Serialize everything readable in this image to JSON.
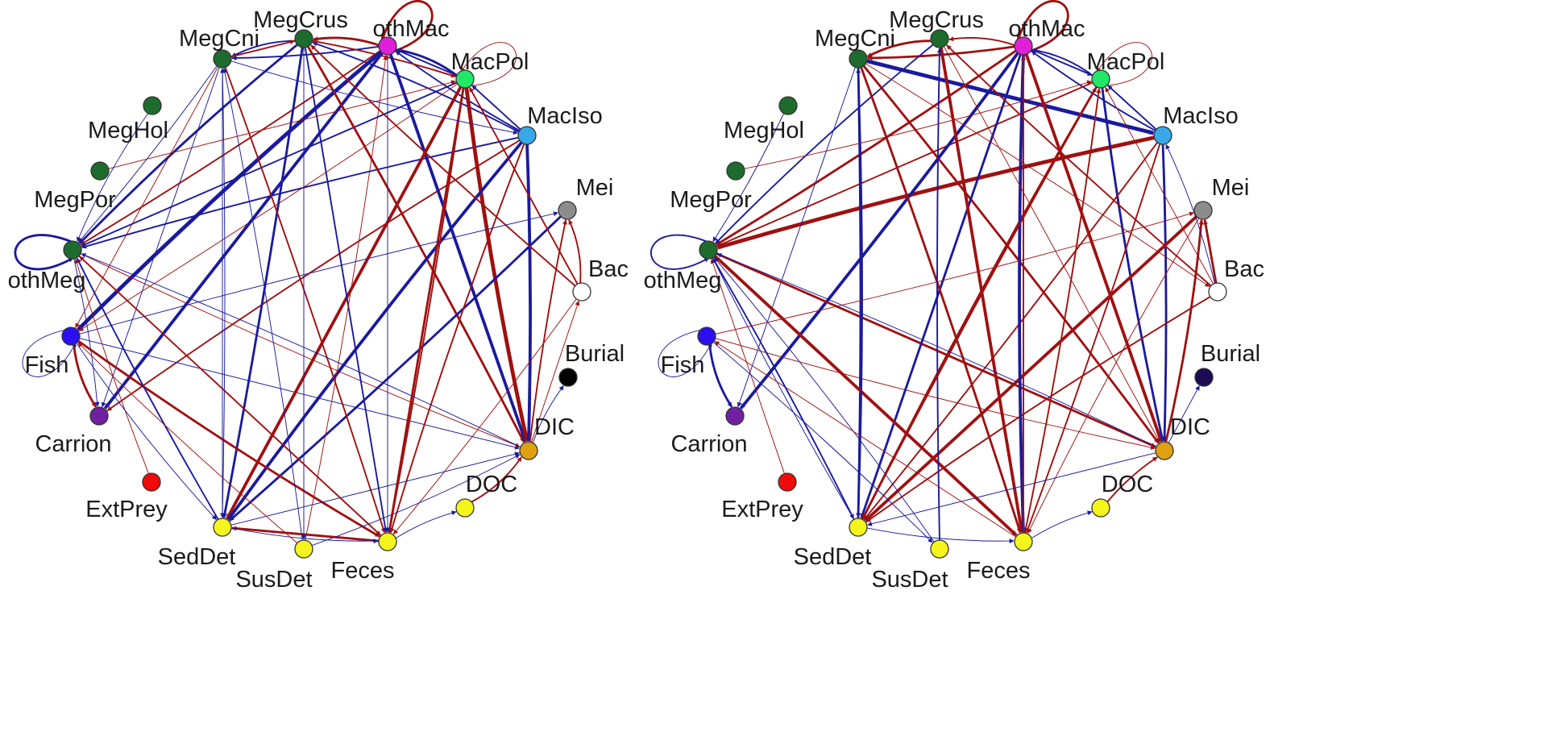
{
  "nodes": [
    {
      "id": "MegCnu",
      "label": "MegCni",
      "color": "#1e6b2e"
    },
    {
      "id": "MegCrus",
      "label": "MegCrus",
      "color": "#1e6b2e"
    },
    {
      "id": "othMac",
      "label": "othMac",
      "color": "#e020d8"
    },
    {
      "id": "MacPol",
      "label": "MacPol",
      "color": "#22e868"
    },
    {
      "id": "MacIso",
      "label": "MacIso",
      "color": "#38a8e8"
    },
    {
      "id": "Mei",
      "label": "Mei",
      "color": "#8c8c8c"
    },
    {
      "id": "Bac",
      "label": "Bac",
      "color": "#ffffff"
    },
    {
      "id": "Burial",
      "label": "Burial",
      "color": "#000000"
    },
    {
      "id": "DIC",
      "label": "DIC",
      "color": "#e0a010"
    },
    {
      "id": "DOC",
      "label": "DOC",
      "color": "#f5f51e"
    },
    {
      "id": "Feces",
      "label": "Feces",
      "color": "#f5f51e"
    },
    {
      "id": "SusDet",
      "label": "SusDet",
      "color": "#f5f51e"
    },
    {
      "id": "SedDet",
      "label": "SedDet",
      "color": "#f5f51e"
    },
    {
      "id": "ExtPrey",
      "label": "ExtPrey",
      "color": "#f00a0a"
    },
    {
      "id": "Carrion",
      "label": "Carrion",
      "color": "#7020a0"
    },
    {
      "id": "Fish",
      "label": "Fish",
      "color": "#2a10f0"
    },
    {
      "id": "othMeg",
      "label": "othMeg",
      "color": "#1e6b2e"
    },
    {
      "id": "MegPor",
      "label": "MegPor",
      "color": "#1e6b2e"
    },
    {
      "id": "MegHol",
      "label": "MegHol",
      "color": "#1e6b2e"
    }
  ],
  "colors": {
    "blue_edge": "#1a1a9e",
    "red_edge": "#a01010",
    "burial_right": "#1c0a55"
  },
  "networks": [
    {
      "edges": [
        [
          "othMac",
          "MegCrus",
          "red",
          3
        ],
        [
          "othMac",
          "othMac",
          "red",
          3
        ],
        [
          "MacPol",
          "MacPol",
          "red",
          1
        ],
        [
          "MacPol",
          "othMac",
          "blue",
          3
        ],
        [
          "MacIso",
          "othMac",
          "blue",
          2
        ],
        [
          "othMac",
          "MacPol",
          "blue",
          2
        ],
        [
          "MegCrus",
          "MegCnu",
          "blue",
          2
        ],
        [
          "othMac",
          "MegCnu",
          "blue",
          2
        ],
        [
          "MegCnu",
          "MegCrus",
          "red",
          2
        ],
        [
          "MacIso",
          "MegCrus",
          "blue",
          2
        ],
        [
          "MegCrus",
          "MacPol",
          "red",
          2
        ],
        [
          "MacIso",
          "MacPol",
          "blue",
          2
        ],
        [
          "MegCrus",
          "othMeg",
          "blue",
          3
        ],
        [
          "othMac",
          "othMeg",
          "red",
          2
        ],
        [
          "MacPol",
          "othMeg",
          "blue",
          2
        ],
        [
          "MacIso",
          "othMeg",
          "blue",
          2
        ],
        [
          "MegCnu",
          "othMeg",
          "blue",
          1
        ],
        [
          "MegCnu",
          "Fish",
          "red",
          1
        ],
        [
          "othMac",
          "Fish",
          "blue",
          5
        ],
        [
          "MacPol",
          "Fish",
          "red",
          1
        ],
        [
          "MegCnu",
          "Carrion",
          "blue",
          1
        ],
        [
          "Fish",
          "Carrion",
          "red",
          3
        ],
        [
          "othMeg",
          "Carrion",
          "blue",
          1
        ],
        [
          "othMac",
          "Carrion",
          "blue",
          4
        ],
        [
          "MacIso",
          "Carrion",
          "red",
          2
        ],
        [
          "MegCrus",
          "DIC",
          "red",
          3
        ],
        [
          "othMac",
          "DIC",
          "blue",
          4
        ],
        [
          "MacPol",
          "DIC",
          "red",
          5
        ],
        [
          "MacIso",
          "DIC",
          "blue",
          4
        ],
        [
          "Fish",
          "DIC",
          "blue",
          1
        ],
        [
          "othMeg",
          "DIC",
          "red",
          1
        ],
        [
          "MegCrus",
          "SedDet",
          "blue",
          3
        ],
        [
          "MacPol",
          "SedDet",
          "red",
          4
        ],
        [
          "MacIso",
          "SedDet",
          "blue",
          4
        ],
        [
          "Mei",
          "SedDet",
          "blue",
          3
        ],
        [
          "MacPol",
          "Feces",
          "red",
          3
        ],
        [
          "MacIso",
          "Feces",
          "red",
          2
        ],
        [
          "Bac",
          "Feces",
          "red",
          1
        ],
        [
          "othMeg",
          "Feces",
          "red",
          2
        ],
        [
          "Fish",
          "Feces",
          "red",
          3
        ],
        [
          "MegCnu",
          "Feces",
          "red",
          2
        ],
        [
          "MegCrus",
          "Feces",
          "blue",
          2
        ],
        [
          "SusDet",
          "othMac",
          "red",
          1
        ],
        [
          "SedDet",
          "othMeg",
          "blue",
          2
        ],
        [
          "SedDet",
          "MegCnu",
          "blue",
          1
        ],
        [
          "SusDet",
          "MegCnu",
          "blue",
          1
        ],
        [
          "Bac",
          "MegCrus",
          "red",
          2
        ],
        [
          "Bac",
          "MacPol",
          "red",
          2
        ],
        [
          "Bac",
          "Mei",
          "red",
          2
        ],
        [
          "DIC",
          "Mei",
          "red",
          2
        ],
        [
          "DIC",
          "Bac",
          "red",
          1
        ],
        [
          "DOC",
          "DIC",
          "red",
          2
        ],
        [
          "DIC",
          "Burial",
          "blue",
          1
        ],
        [
          "Feces",
          "SedDet",
          "red",
          3
        ],
        [
          "SedDet",
          "Feces",
          "blue",
          1
        ],
        [
          "Feces",
          "DOC",
          "blue",
          1
        ],
        [
          "SedDet",
          "DIC",
          "blue",
          1
        ],
        [
          "SusDet",
          "DIC",
          "blue",
          1
        ],
        [
          "ExtPrey",
          "othMeg",
          "red",
          1
        ],
        [
          "MegPor",
          "MacPol",
          "red",
          1
        ],
        [
          "MegHol",
          "othMeg",
          "blue",
          1
        ],
        [
          "MegCnu",
          "SedDet",
          "blue",
          1
        ],
        [
          "MegCrus",
          "SusDet",
          "blue",
          1
        ],
        [
          "Fish",
          "SedDet",
          "blue",
          1
        ],
        [
          "Fish",
          "Mei",
          "blue",
          1
        ],
        [
          "othMeg",
          "othMeg",
          "blue",
          3
        ],
        [
          "Fish",
          "Fish",
          "blue",
          1
        ],
        [
          "MacPol",
          "Feces",
          "red",
          2
        ],
        [
          "othMac",
          "Feces",
          "blue",
          1
        ],
        [
          "MegCnu",
          "MacIso",
          "blue",
          1
        ],
        [
          "SusDet",
          "Fish",
          "red",
          1
        ],
        [
          "Feces",
          "othMeg",
          "red",
          1
        ],
        [
          "DIC",
          "othMeg",
          "blue",
          1
        ]
      ]
    },
    {
      "edges": [
        [
          "othMac",
          "MegCrus",
          "red",
          2
        ],
        [
          "othMac",
          "othMac",
          "red",
          3
        ],
        [
          "MacPol",
          "MacPol",
          "red",
          1
        ],
        [
          "MacPol",
          "othMac",
          "blue",
          2
        ],
        [
          "MacIso",
          "othMac",
          "blue",
          2
        ],
        [
          "othMac",
          "MacPol",
          "blue",
          2
        ],
        [
          "MegCrus",
          "MegCnu",
          "red",
          3
        ],
        [
          "othMac",
          "MegCnu",
          "red",
          3
        ],
        [
          "MegCnu",
          "MacIso",
          "blue",
          5
        ],
        [
          "MacIso",
          "othMeg",
          "red",
          5
        ],
        [
          "othMac",
          "othMeg",
          "red",
          3
        ],
        [
          "MacPol",
          "othMeg",
          "red",
          2
        ],
        [
          "MegCrus",
          "othMeg",
          "blue",
          2
        ],
        [
          "othMac",
          "Carrion",
          "blue",
          4
        ],
        [
          "MegCnu",
          "Carrion",
          "blue",
          1
        ],
        [
          "Fish",
          "Carrion",
          "blue",
          3
        ],
        [
          "MegCnu",
          "DIC",
          "red",
          3
        ],
        [
          "othMac",
          "DIC",
          "red",
          4
        ],
        [
          "MacPol",
          "DIC",
          "blue",
          3
        ],
        [
          "MacIso",
          "DIC",
          "blue",
          3
        ],
        [
          "othMeg",
          "DIC",
          "red",
          3
        ],
        [
          "Fish",
          "DIC",
          "red",
          1
        ],
        [
          "MegCnu",
          "SedDet",
          "blue",
          3
        ],
        [
          "othMac",
          "SedDet",
          "blue",
          3
        ],
        [
          "MacPol",
          "SedDet",
          "red",
          3
        ],
        [
          "MacIso",
          "SedDet",
          "red",
          2
        ],
        [
          "Mei",
          "SedDet",
          "red",
          4
        ],
        [
          "Bac",
          "SedDet",
          "red",
          2
        ],
        [
          "MegCnu",
          "Feces",
          "red",
          3
        ],
        [
          "MegCrus",
          "Feces",
          "red",
          4
        ],
        [
          "othMac",
          "Feces",
          "blue",
          4
        ],
        [
          "MacIso",
          "Feces",
          "red",
          2
        ],
        [
          "othMeg",
          "Feces",
          "red",
          4
        ],
        [
          "SedDet",
          "MegCnu",
          "blue",
          2
        ],
        [
          "SusDet",
          "MegCrus",
          "blue",
          2
        ],
        [
          "Feces",
          "othMac",
          "red",
          2
        ],
        [
          "Feces",
          "MacPol",
          "red",
          2
        ],
        [
          "SedDet",
          "MacPol",
          "red",
          2
        ],
        [
          "Bac",
          "Mei",
          "red",
          3
        ],
        [
          "DIC",
          "Mei",
          "red",
          3
        ],
        [
          "DOC",
          "DIC",
          "red",
          2
        ],
        [
          "DIC",
          "Burial",
          "blue",
          1
        ],
        [
          "SedDet",
          "Feces",
          "blue",
          1
        ],
        [
          "Feces",
          "DOC",
          "blue",
          1
        ],
        [
          "ExtPrey",
          "othMeg",
          "red",
          1
        ],
        [
          "MegPor",
          "MacPol",
          "red",
          1
        ],
        [
          "MegHol",
          "othMeg",
          "blue",
          1
        ],
        [
          "othMeg",
          "othMeg",
          "blue",
          2
        ],
        [
          "Fish",
          "Fish",
          "blue",
          1
        ],
        [
          "Bac",
          "MegCrus",
          "red",
          2
        ],
        [
          "Bac",
          "MacPol",
          "red",
          1
        ],
        [
          "SusDet",
          "othMeg",
          "blue",
          1
        ],
        [
          "SedDet",
          "othMeg",
          "blue",
          1
        ],
        [
          "Feces",
          "Fish",
          "red",
          1
        ],
        [
          "DIC",
          "othMeg",
          "blue",
          1
        ],
        [
          "othMeg",
          "SedDet",
          "blue",
          2
        ],
        [
          "MacIso",
          "MacPol",
          "blue",
          2
        ],
        [
          "Bac",
          "MacIso",
          "blue",
          1
        ],
        [
          "Fish",
          "SusDet",
          "blue",
          1
        ],
        [
          "MegCrus",
          "DIC",
          "red",
          1
        ],
        [
          "Mei",
          "Feces",
          "red",
          1
        ],
        [
          "MegCnu",
          "Bac",
          "red",
          1
        ],
        [
          "DIC",
          "SedDet",
          "blue",
          1
        ],
        [
          "Fish",
          "Mei",
          "red",
          1
        ]
      ]
    }
  ]
}
